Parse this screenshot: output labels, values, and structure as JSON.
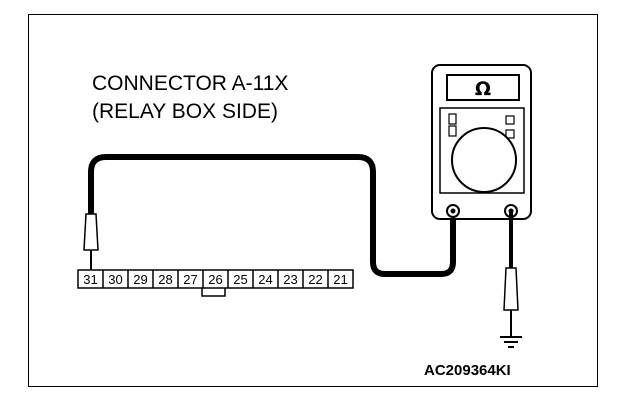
{
  "diagram": {
    "title_line1": "CONNECTOR A-11X",
    "title_line2": "(RELAY BOX SIDE)",
    "meter_symbol": "Ω",
    "pins": [
      "31",
      "30",
      "29",
      "28",
      "27",
      "26",
      "25",
      "24",
      "23",
      "22",
      "21"
    ],
    "figure_code": "AC209364KI"
  }
}
